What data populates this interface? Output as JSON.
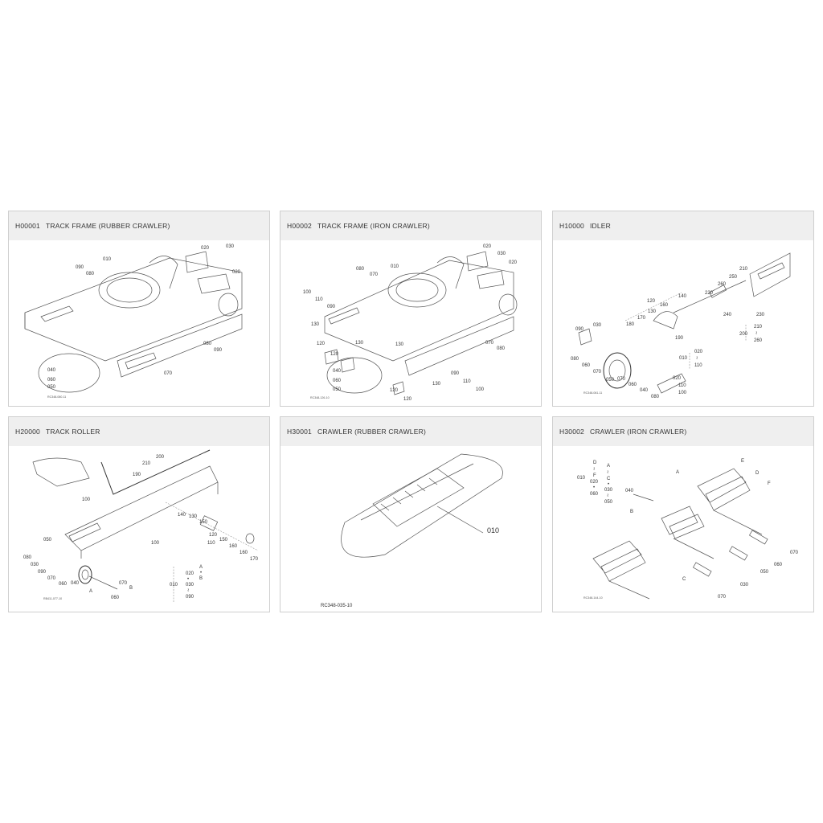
{
  "cards": [
    {
      "code": "H00001",
      "title": "TRACK FRAME (RUBBER CRAWLER)",
      "drawing_code": "RC348-060-11",
      "labels": [
        "010",
        "090",
        "080",
        "020",
        "030",
        "020",
        "080",
        "090",
        "070",
        "040",
        "060",
        "050"
      ]
    },
    {
      "code": "H00002",
      "title": "TRACK FRAME (IRON CRAWLER)",
      "drawing_code": "RC348-126-10",
      "labels": [
        "010",
        "020",
        "030",
        "020",
        "080",
        "070",
        "100",
        "110",
        "090",
        "130",
        "120",
        "130",
        "120",
        "130",
        "070",
        "080",
        "040",
        "060",
        "050",
        "120",
        "130",
        "090",
        "110",
        "100",
        "120"
      ]
    },
    {
      "code": "H10000",
      "title": "IDLER",
      "drawing_code": "RC348-061-11",
      "labels": [
        "210",
        "250",
        "260",
        "220",
        "240",
        "230",
        "120",
        "140",
        "130",
        "160",
        "170",
        "180",
        "190",
        "090",
        "030",
        "080",
        "060",
        "070",
        "050",
        "070",
        "060",
        "040",
        "080",
        "020",
        "110",
        "100",
        "010",
        "020",
        "≀",
        "110",
        "200",
        "210",
        "≀",
        "260"
      ]
    },
    {
      "code": "H20000",
      "title": "TRACK ROLLER",
      "drawing_code": "RB411-077-10",
      "labels": [
        "210",
        "200",
        "190",
        "100",
        "140",
        "130",
        "150",
        "120",
        "110",
        "150",
        "160",
        "160",
        "170",
        "100",
        "050",
        "080",
        "030",
        "090",
        "070",
        "060",
        "040",
        "A",
        "060",
        "070",
        "B",
        "010",
        "020",
        "•",
        "030",
        "≀",
        "090",
        "A",
        "•",
        "B"
      ]
    },
    {
      "code": "H30001",
      "title": "CRAWLER (RUBBER CRAWLER)",
      "drawing_code": "RC348-035-10",
      "labels": [
        "010"
      ]
    },
    {
      "code": "H30002",
      "title": "CRAWLER (IRON CRAWLER)",
      "drawing_code": "RC348-144-10",
      "labels": [
        "E",
        "D",
        "F",
        "A",
        "040",
        "B",
        "010",
        "D",
        "≀",
        "F",
        "020",
        "•",
        "060",
        "A",
        "≀",
        "C",
        "•",
        "030",
        "≀",
        "050",
        "070",
        "060",
        "050",
        "030",
        "C",
        "070"
      ]
    }
  ]
}
